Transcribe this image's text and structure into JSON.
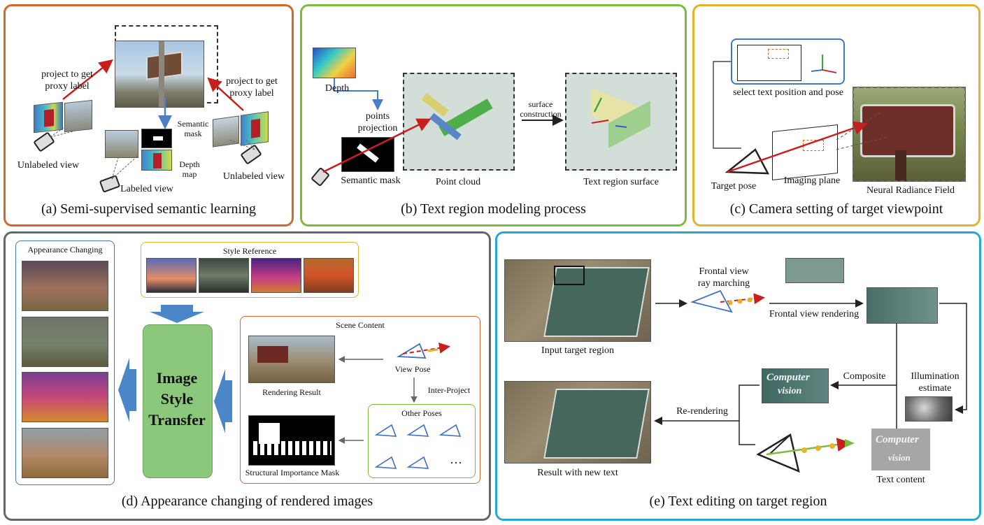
{
  "panel_a": {
    "caption": "(a) Semi-supervised semantic learning",
    "proxy_left": "project to get\nproxy label",
    "proxy_right": "project to get\nproxy label",
    "unlabeled_left": "Unlabeled view",
    "unlabeled_right": "Unlabeled view",
    "labeled": "Labeled view",
    "semantic_mask": "Semantic\nmask",
    "depth_map": "Depth\nmap"
  },
  "panel_b": {
    "caption": "(b) Text region modeling process",
    "depth": "Depth",
    "points_projection": "points\nprojection",
    "semantic_mask": "Semantic mask",
    "point_cloud": "Point cloud",
    "surface_construction": "surface\nconstruction",
    "text_region_surface": "Text region surface"
  },
  "panel_c": {
    "caption": "(c) Camera setting of target viewpoint",
    "select_text": "select text position and pose",
    "target_pose": "Target pose",
    "imaging_plane": "Imaging plane",
    "nerf": "Neural Radiance Field"
  },
  "panel_d": {
    "caption": "(d) Appearance changing of rendered images",
    "appearance_changing": "Appearance Changing",
    "style_reference": "Style Reference",
    "transfer": "Image\nStyle\nTransfer",
    "scene_content": "Scene Content",
    "rendering_result": "Rendering Result",
    "view_pose": "View Pose",
    "inter_project": "Inter-Project",
    "other_poses": "Other Poses",
    "structural_mask": "Structural Importance Mask",
    "ellipsis": "···"
  },
  "panel_e": {
    "caption": "(e) Text editing on target region",
    "input_target": "Input target region",
    "frontal_marching": "Frontal view\nray marching",
    "frontal_rendering": "Frontal view rendering",
    "composite": "Composite",
    "illumination": "Illumination\nestimate",
    "re_rendering": "Re-rendering",
    "result_new_text": "Result with new text",
    "text_content": "Text content",
    "computer": "Computer",
    "vision": "vision"
  },
  "colors": {
    "a": "#d2682e",
    "b": "#7dbb3c",
    "c": "#e4b329",
    "d": "#666666",
    "e": "#2aa5d8",
    "arrow_red": "#c91e1e",
    "arrow_blue": "#4a7fc8",
    "transfer_green": "#8cc87c"
  }
}
